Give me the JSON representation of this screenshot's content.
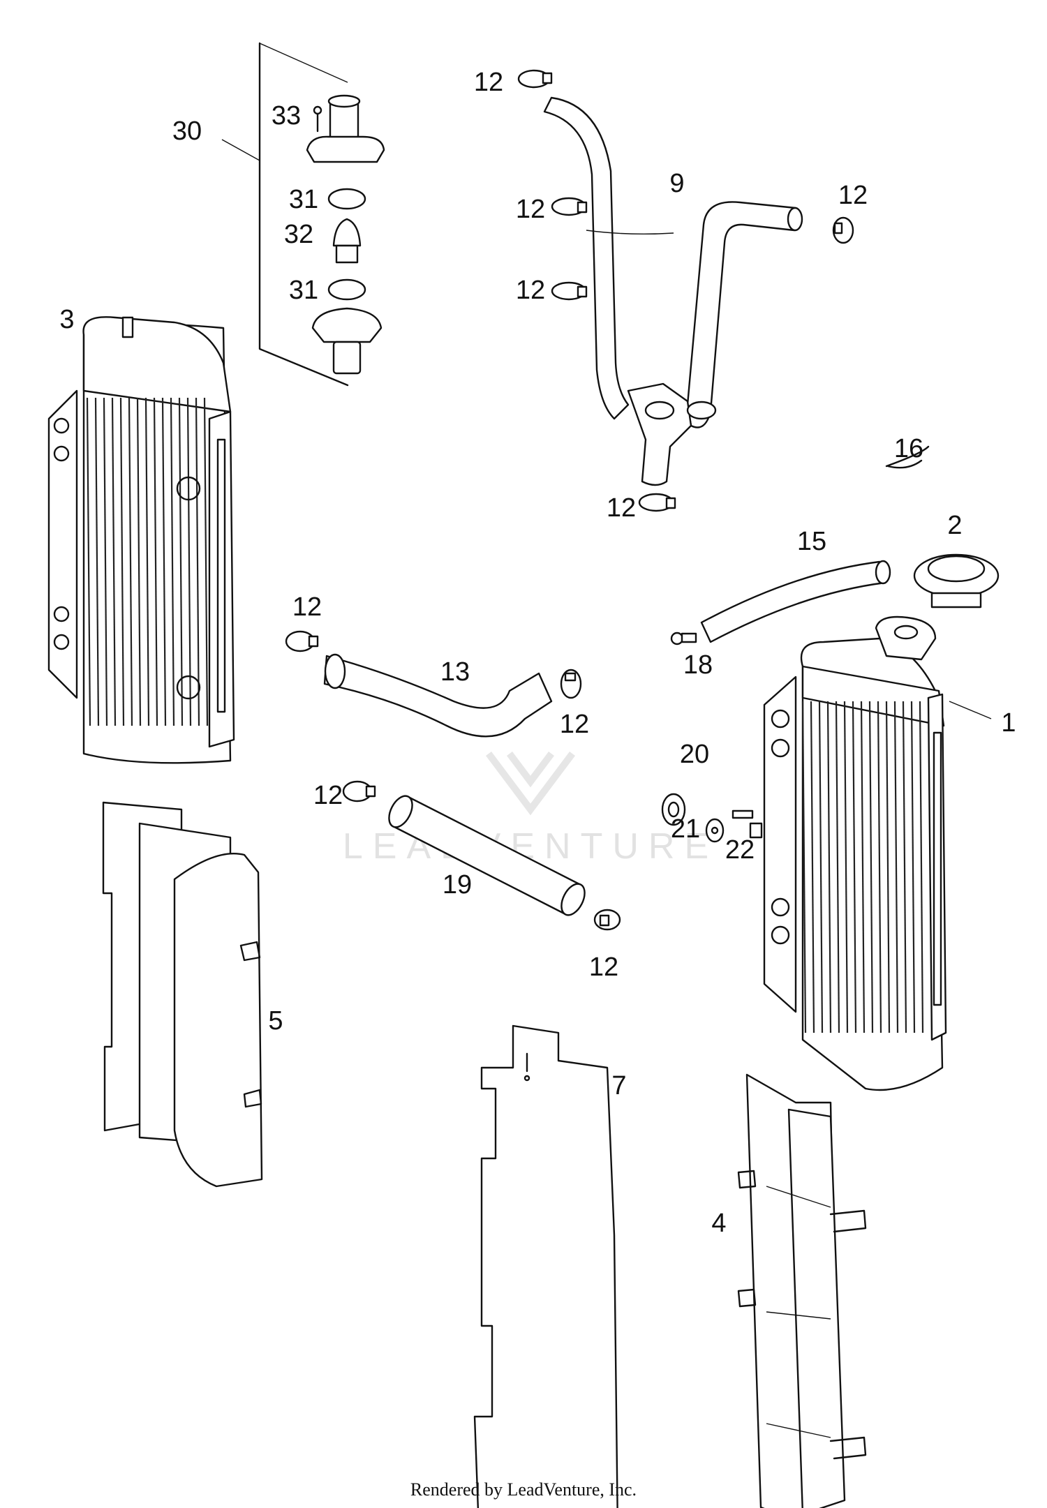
{
  "callouts": [
    {
      "id": "30",
      "label": "30"
    },
    {
      "id": "33",
      "label": "33"
    },
    {
      "id": "31a",
      "label": "31"
    },
    {
      "id": "32",
      "label": "32"
    },
    {
      "id": "31b",
      "label": "31"
    },
    {
      "id": "3",
      "label": "3"
    },
    {
      "id": "12a",
      "label": "12"
    },
    {
      "id": "9",
      "label": "9"
    },
    {
      "id": "12b",
      "label": "12"
    },
    {
      "id": "12c",
      "label": "12"
    },
    {
      "id": "12d",
      "label": "12"
    },
    {
      "id": "16",
      "label": "16"
    },
    {
      "id": "12e",
      "label": "12"
    },
    {
      "id": "15",
      "label": "15"
    },
    {
      "id": "2",
      "label": "2"
    },
    {
      "id": "12f",
      "label": "12"
    },
    {
      "id": "13",
      "label": "13"
    },
    {
      "id": "18",
      "label": "18"
    },
    {
      "id": "12g",
      "label": "12"
    },
    {
      "id": "1",
      "label": "1"
    },
    {
      "id": "20",
      "label": "20"
    },
    {
      "id": "12h",
      "label": "12"
    },
    {
      "id": "21",
      "label": "21"
    },
    {
      "id": "22",
      "label": "22"
    },
    {
      "id": "19",
      "label": "19"
    },
    {
      "id": "12i",
      "label": "12"
    },
    {
      "id": "5",
      "label": "5"
    },
    {
      "id": "7",
      "label": "7"
    },
    {
      "id": "4",
      "label": "4"
    }
  ],
  "watermark": "LEADVENTURE",
  "footer": "Rendered by LeadVenture, Inc."
}
